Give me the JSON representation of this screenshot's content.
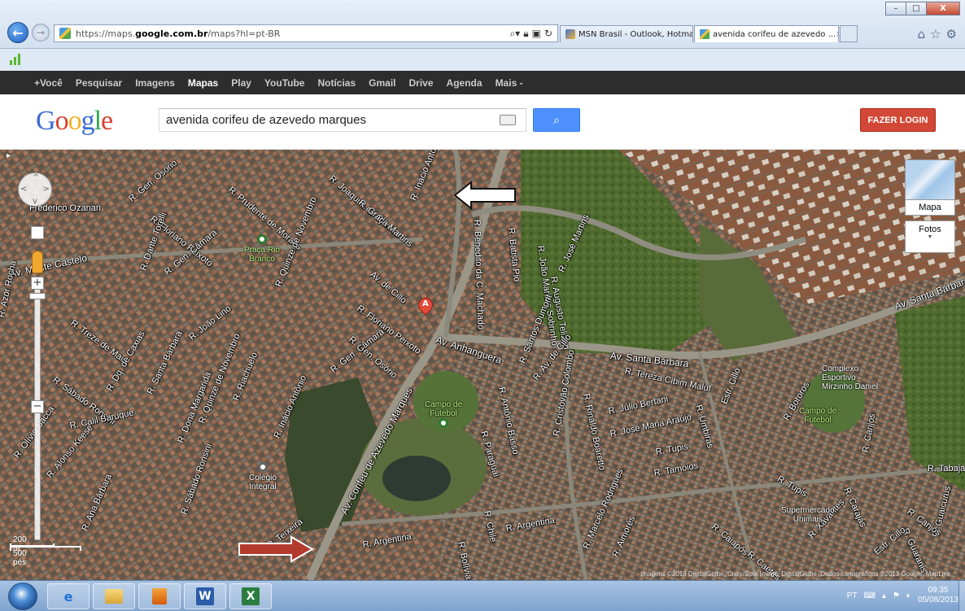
{
  "browser": {
    "url_prefix": "https://maps.",
    "url_domain": "google.com.br",
    "url_path": "/maps?hl=pt-BR",
    "tabs": [
      {
        "label": "MSN Brasil - Outlook, Hotmail,..."
      },
      {
        "label": "avenida corifeu de azevedo ..."
      }
    ],
    "window_controls": {
      "minimize": "–",
      "maximize": "□",
      "close": "X"
    }
  },
  "google_bar": {
    "items": [
      "+Você",
      "Pesquisar",
      "Imagens",
      "Mapas",
      "Play",
      "YouTube",
      "Notícias",
      "Gmail",
      "Drive",
      "Agenda",
      "Mais -"
    ]
  },
  "header": {
    "logo": "Google",
    "search_value": "avenida corifeu de azevedo marques",
    "login_label": "FAZER LOGIN"
  },
  "map": {
    "type_label": "Mapa",
    "photos_label": "Fotos",
    "marker_label": "A",
    "scale_metric": "200 m",
    "scale_imperial": "500 pés",
    "copyright": "Imagens ©2013 DigitalGlobe, Cnes/Spot Image, DigitalGlobe, Dados cartográficos ©2013 Google, MapLink",
    "streets": [
      "Frederico Ozanan",
      "R. Floriano Peixoto",
      "R. Prudente de Moraes",
      "R. Joaquim de Oliveira",
      "R. Inácio Antônio",
      "R. Graça Martins",
      "R. Gen. Osório",
      "Av. Monte Castelo",
      "R. Dante Torelli",
      "R. Gen. Câmara",
      "R. Quinze de Novembro",
      "Av. de Cillo",
      "R. Floriano Peixoto",
      "Av. Anhanguera",
      "R. Benedito da C. Machado",
      "R. Batista Pio",
      "R. João Martins Sobrinho",
      "R. José Martins",
      "R. Augusto Telizen",
      "Av. Santa Bárbara",
      "Av. Santa Bárbara",
      "R. Tereza Cibim Maluf",
      "R. Treze de Maio",
      "R. João Lino",
      "R. Gen. Osório",
      "R. Gen. Câmara",
      "R. Azor Rocha",
      "R. Sábado Ronsini",
      "R. Dq. de Caxias",
      "R. Santa Bárbara",
      "R. Dona Margarida",
      "R. Quinze de Novembro",
      "R. Riachuelo",
      "R. Inácio Antônio",
      "R. Calil Baruque",
      "R. Olívio Sacca",
      "R. Alonso Keese",
      "R. Ana Bárbara",
      "R. Sábado Ronsini",
      "R. Teixeira",
      "Av. Corifeu de Azevedo Marques",
      "R. Argentina",
      "R. Argentina",
      "R. Chile",
      "R. Bolívia",
      "R. Paraguai",
      "R. Antônio Basso",
      "R. Santos Dumont",
      "R. Av. de Cillo",
      "R. Cristóvão Colombo",
      "R. Rinaldo Boaretto",
      "R. Júlio Bertani",
      "R. José Maria Araújo",
      "R. Tupis",
      "R. Tamoios",
      "R. Umbiras",
      "Estr. Cillo",
      "R. Bororos",
      "R. Carijós",
      "R. Tupis",
      "R. Carajás",
      "R. Guaranis",
      "R. Tabajara",
      "R. Guaicurus",
      "R. Marcelo Rodrigues",
      "R. Aimorés",
      "R. Caiapós",
      "R. Caetés",
      "R. Xavantes",
      "Estr. Cillo",
      "R. Carijós"
    ],
    "pois": [
      {
        "label": "Praça Rio\nBranco"
      },
      {
        "label": "Campo de\nFutebol"
      },
      {
        "label": "Colégio\nIntegral"
      },
      {
        "label": "Complexo\nEsportivo\nMirzinho Daniel"
      },
      {
        "label": "Campo de\nFutebol"
      },
      {
        "label": "Supermercado\nUnimais"
      }
    ],
    "arrows": [
      {
        "name": "white-arrow",
        "color": "#ffffff"
      },
      {
        "name": "red-arrow",
        "color": "#b43a2e"
      }
    ]
  },
  "taskbar": {
    "language": "PT",
    "time": "09:35",
    "date": "05/08/2013"
  }
}
